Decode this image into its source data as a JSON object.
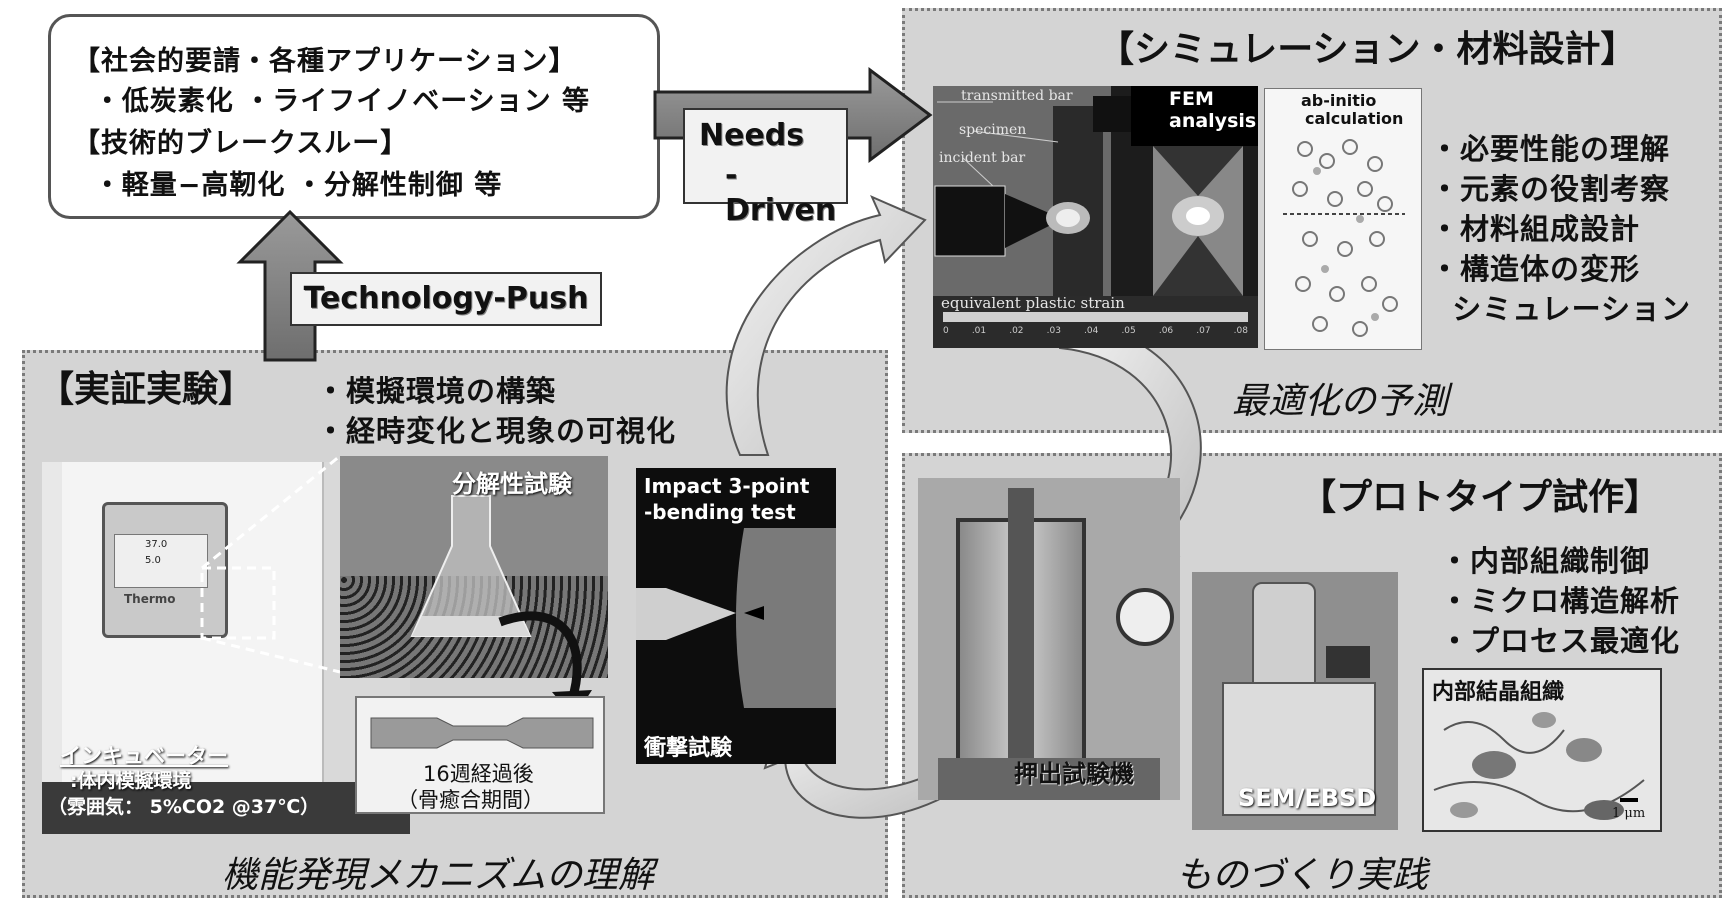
{
  "needs": {
    "lines": [
      "【社会的要請・各種アプリケーション】",
      "  ・低炭素化 ・ライフイノベーション 等",
      "【技術的ブレークスルー】",
      "  ・軽量−高靭化 ・分解性制御 等"
    ],
    "needs_driven": [
      "Needs",
      "-Driven"
    ],
    "technology_push": "Technology-Push"
  },
  "simulation": {
    "title": "【シミュレーション・材料設計】",
    "fem_labels": {
      "transmitted": "transmitted bar",
      "specimen": "specimen",
      "incident": "incident bar",
      "strain": "equivalent plastic strain",
      "analysis": [
        "FEM",
        "analysis"
      ],
      "scale": [
        "0",
        ".01",
        ".02",
        ".03",
        ".04",
        ".05",
        ".06",
        ".07",
        ".08"
      ]
    },
    "abinitio": [
      "ab-initio",
      "calculation"
    ],
    "bullets": [
      "・必要性能の理解",
      "・元素の役割考察",
      "・材料組成設計",
      "・構造体の変形",
      "  シミュレーション"
    ],
    "caption": "最適化の予測"
  },
  "demo": {
    "title": "【実証実験】",
    "bullets": [
      "・模擬環境の構築",
      "・経時変化と現象の可視化"
    ],
    "incubator": {
      "brand": "Thermo",
      "display": [
        "37.0",
        "5.0"
      ],
      "label": "インキュベーター",
      "sub1": ":体内模擬環境",
      "sub2": "（雰囲気： 5%CO2 @37℃）"
    },
    "degradation_label": "分解性試験",
    "after_label1": "16週経過後",
    "after_label2": "（骨癒合期間）",
    "impact_title": [
      "Impact 3-point",
      "-bending test"
    ],
    "impact_label": "衝撃試験",
    "caption": "機能発現メカニズムの理解"
  },
  "proto": {
    "title": "【プロトタイプ試作】",
    "bullets": [
      "・内部組織制御",
      "・ミクロ構造解析",
      "・プロセス最適化"
    ],
    "extrusion_label": "押出試験機",
    "sem_label": "SEM/EBSD",
    "crystal_label": "内部結晶組織",
    "scale_label": "1 μm",
    "caption": "ものづくり実践"
  }
}
